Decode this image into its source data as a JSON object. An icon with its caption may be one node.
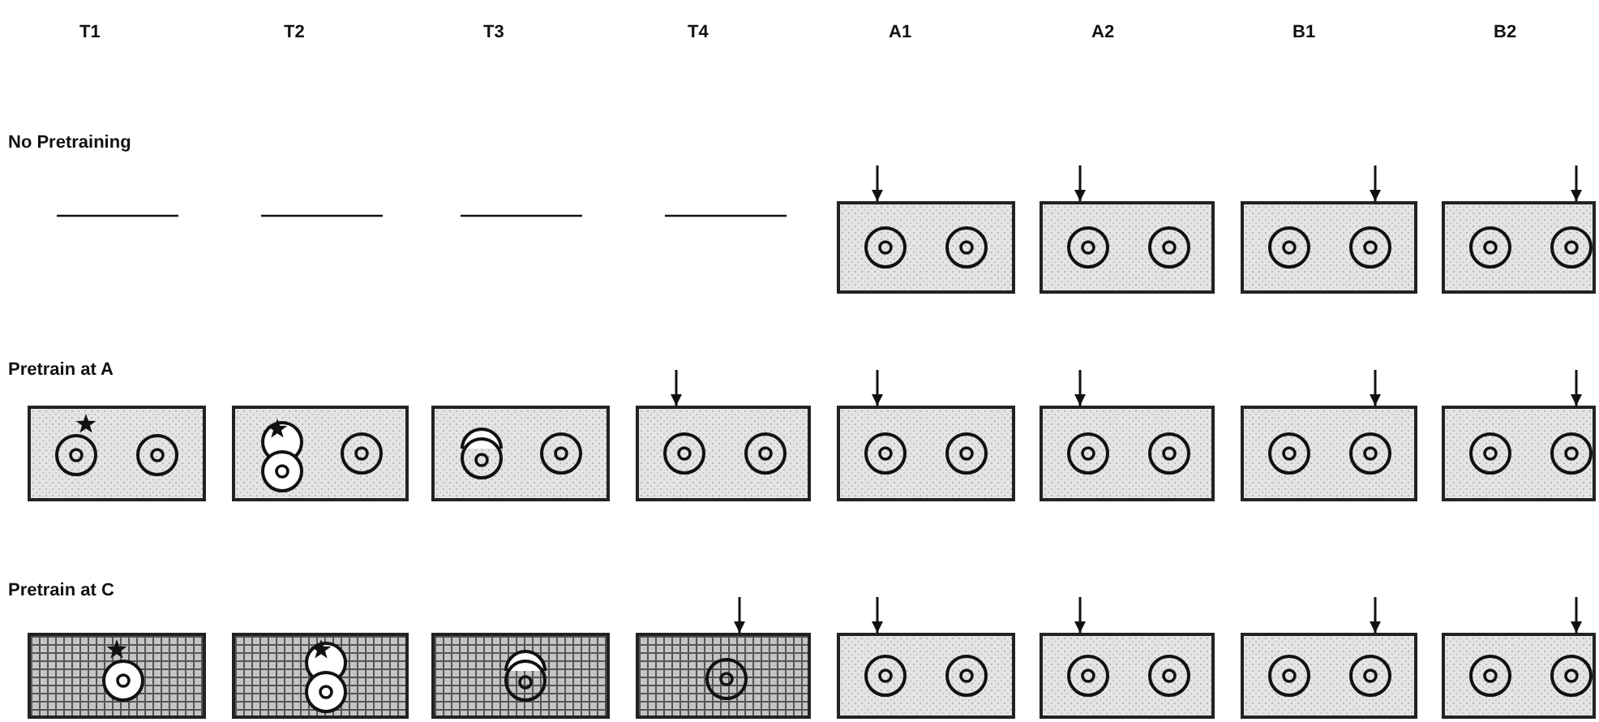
{
  "diagram": {
    "nodes": [
      {
        "text": [],
        "shape": "box"
      },
      {
        "text": [],
        "shape": "box"
      },
      {
        "text": [],
        "shape": "box"
      },
      {
        "text": [],
        "shape": "box"
      },
      {
        "text": [],
        "shape": "box"
      },
      {
        "text": [],
        "shape": "box"
      },
      {
        "text": [],
        "shape": "box"
      },
      {
        "text": [],
        "shape": "box"
      },
      {
        "text": [],
        "shape": "box"
      },
      {
        "text": [],
        "shape": "box"
      },
      {
        "text": [],
        "shape": "box"
      },
      {
        "text": [],
        "shape": "box"
      },
      {
        "text": [],
        "shape": "box"
      },
      {
        "text": [],
        "shape": "box"
      },
      {
        "text": [],
        "shape": "box"
      },
      {
        "text": [],
        "shape": "box"
      },
      {
        "text": [],
        "shape": "box"
      },
      {
        "text": [],
        "shape": "box"
      },
      {
        "text": [],
        "shape": "box"
      },
      {
        "text": [],
        "shape": "box"
      }
    ],
    "edges": [
      {
        "from": null,
        "to": 0,
        "arrow": "to"
      },
      {
        "from": null,
        "to": 1,
        "arrow": "to"
      },
      {
        "from": null,
        "to": 2,
        "arrow": "to"
      },
      {
        "from": null,
        "to": 3,
        "arrow": "to"
      },
      {
        "from": null,
        "to": 7,
        "arrow": "to"
      },
      {
        "from": null,
        "to": 8,
        "arrow": "to"
      },
      {
        "from": null,
        "to": 9,
        "arrow": "to"
      },
      {
        "from": null,
        "to": 10,
        "arrow": "to"
      },
      {
        "from": null,
        "to": 11,
        "arrow": "to"
      },
      {
        "from": null,
        "to": 15,
        "arrow": "to"
      },
      {
        "from": null,
        "to": 16,
        "arrow": "to"
      },
      {
        "from": null,
        "to": 17,
        "arrow": "to"
      },
      {
        "from": null,
        "to": 18,
        "arrow": "to"
      },
      {
        "from": null,
        "to": 19,
        "arrow": "to"
      }
    ],
    "labels": [
      "T1",
      "T2",
      "T3",
      "T4",
      "A1",
      "A2",
      "B1",
      "B2",
      "No Pretraining",
      "Pretrain at A",
      "Pretrain at C"
    ]
  }
}
